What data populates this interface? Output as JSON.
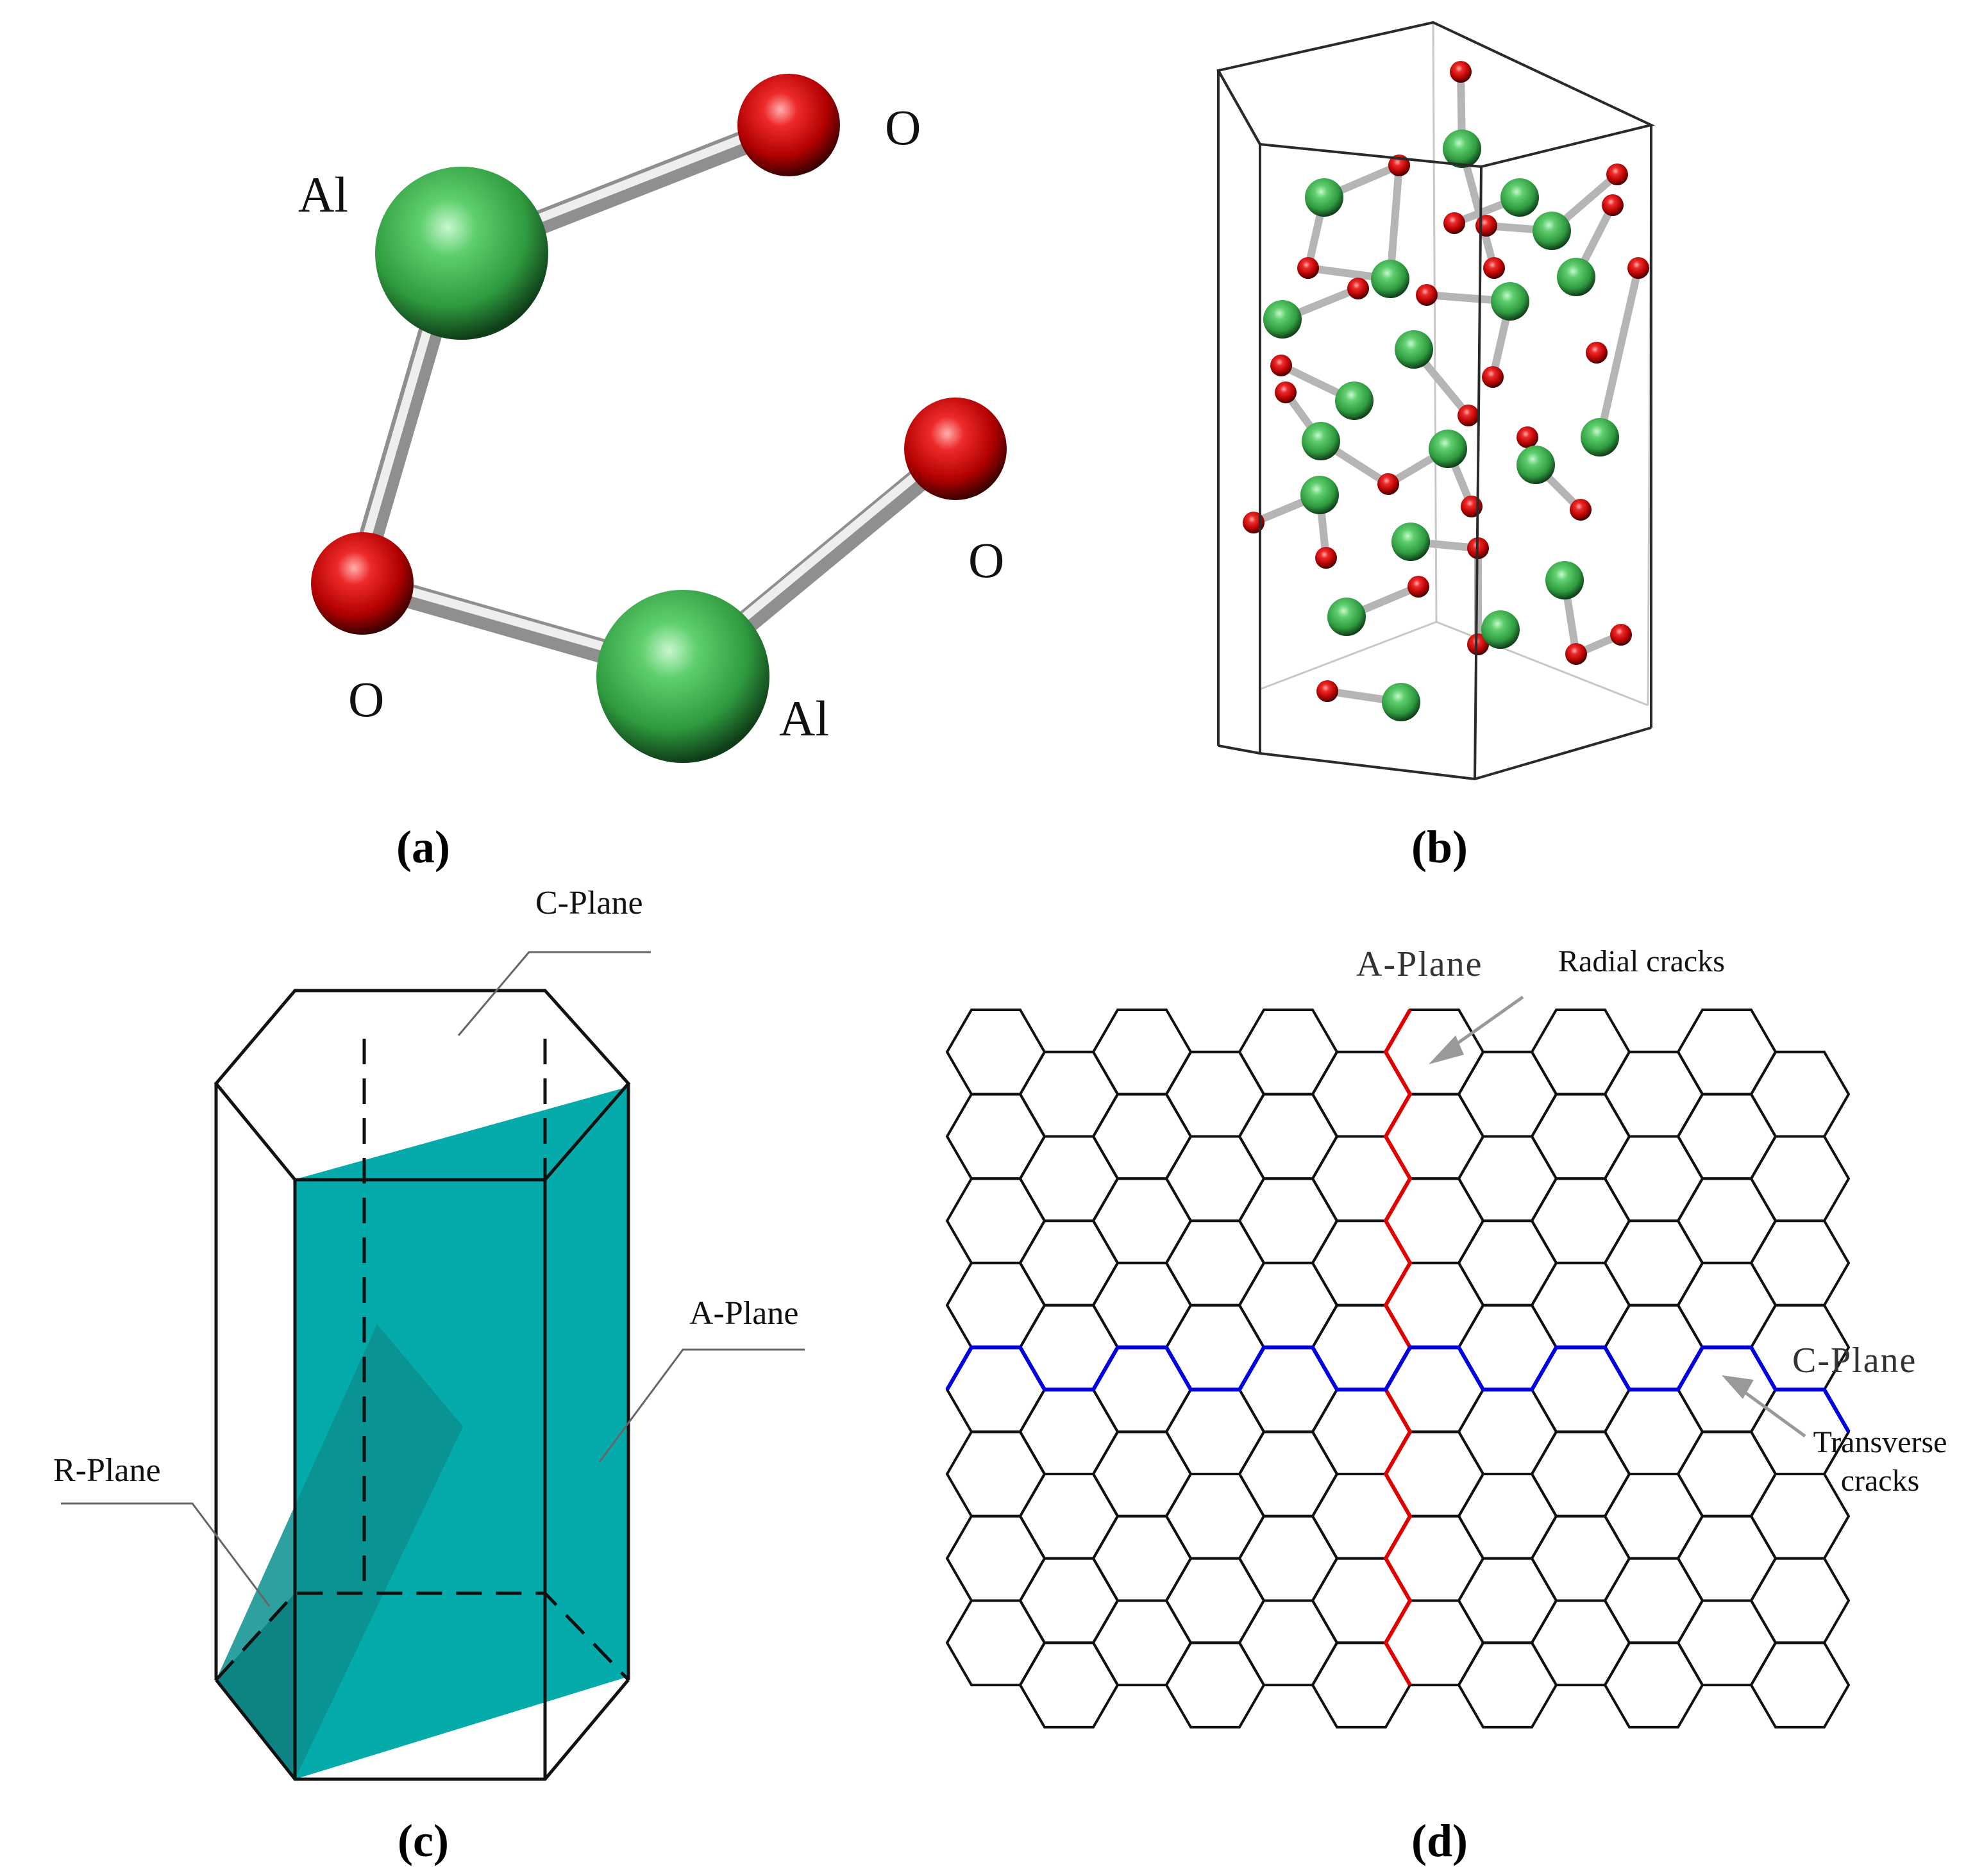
{
  "figure": {
    "panels": {
      "a": {
        "caption": "(a)",
        "atom_labels": [
          "Al",
          "O",
          "O",
          "O",
          "Al"
        ],
        "element_colors": {
          "Al": "#3aa64a",
          "O": "#cc0000"
        }
      },
      "b": {
        "caption": "(b)"
      },
      "c": {
        "caption": "(c)",
        "plane_labels": {
          "c_plane": "C-Plane",
          "a_plane": "A-Plane",
          "r_plane": "R-Plane"
        },
        "plane_color": "#00a8a8"
      },
      "d": {
        "caption": "(d)",
        "a_plane_label": "A-Plane",
        "c_plane_label": "C-Plane",
        "radial_label": "Radial cracks",
        "transverse_label_line1": "Transverse",
        "transverse_label_line2": "cracks",
        "a_plane_color": "#e00000",
        "c_plane_color": "#0000e0"
      }
    }
  }
}
